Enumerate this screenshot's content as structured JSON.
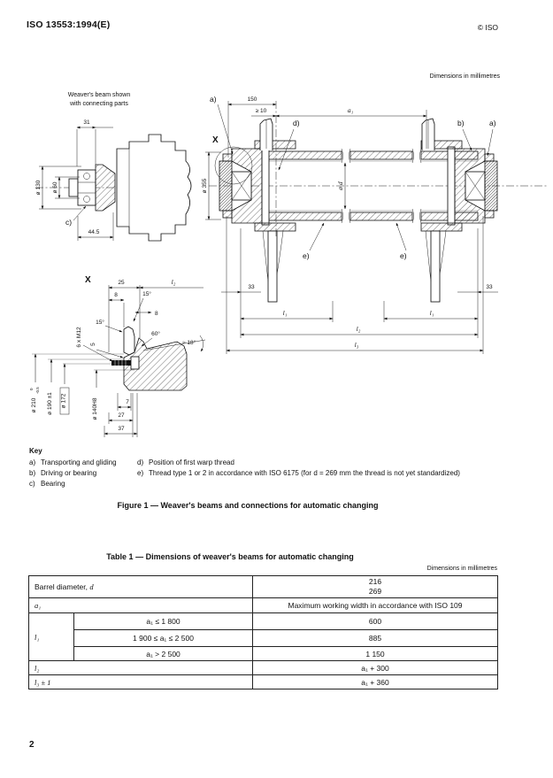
{
  "header": {
    "doc_number": "ISO 13553:1994(E)",
    "copyright": "© ISO"
  },
  "page": {
    "number": "2"
  },
  "figure": {
    "dims_note": "Dimensions in millimetres",
    "caption": "Figure 1 — Weaver's beams and connections for automatic changing",
    "left_view": {
      "title_line1": "Weaver's beam shown",
      "title_line2": "with connecting parts",
      "dim_31": "31",
      "dim_445": "44.5",
      "dia_130": "ø 130",
      "dia_60": "ø 60",
      "label_c": "c)"
    },
    "main_view": {
      "dim_150": "150",
      "dim_ge10": "≥ 10",
      "dim_a1": "a₁",
      "label_x": "X",
      "label_a_left": "a)",
      "label_d": "d)",
      "label_b": "b)",
      "label_a_right": "a)",
      "dia_d": "ø d",
      "dia_355": "ø 355",
      "label_e_left": "e)",
      "label_e_right": "e)",
      "dim_33_left": "33",
      "dim_33_right": "33",
      "dim_l1_left": "l₁",
      "dim_l1_right": "l₁",
      "dim_l2": "l₂",
      "dim_l3": "l₃"
    },
    "detail_view": {
      "label_x": "X",
      "dim_25": "25",
      "dim_l2": "l₂",
      "dim_8a": "8",
      "dim_8b": "8",
      "angle_15a": "15°",
      "angle_15b": "15°",
      "angle_60": "60°",
      "angle_18": "≈ 18°",
      "thread": "6 x M12",
      "dim_5": "5",
      "dia_210": "ø 210",
      "dia_210_tol_top": "0",
      "dia_210_tol_bot": "-0.5",
      "dia_190": "ø 190 ±1",
      "dia_172": "ø 172",
      "dia_140": "ø 140H8",
      "dim_7": "7",
      "dim_27": "27",
      "dim_37": "37"
    }
  },
  "key": {
    "title": "Key",
    "items_col1": [
      {
        "id": "a)",
        "text": "Transporting and gliding"
      },
      {
        "id": "b)",
        "text": "Driving or bearing"
      },
      {
        "id": "c)",
        "text": "Bearing"
      }
    ],
    "items_col2": [
      {
        "id": "d)",
        "text": "Position of first warp thread"
      },
      {
        "id": "e)",
        "text": "Thread type 1 or 2 in accordance with ISO 6175 (for d = 269 mm the thread is not yet standardized)"
      }
    ]
  },
  "table": {
    "caption": "Table 1 — Dimensions of weaver's beams for automatic changing",
    "dims_note": "Dimensions in millimetres",
    "rows": {
      "barrel_label": "Barrel diameter, ",
      "barrel_d": "d",
      "barrel_values": [
        "216",
        "269"
      ],
      "a1_label": "a₁",
      "a1_value": "Maximum working width in accordance with ISO 109",
      "l1_label": "l₁",
      "l1_conditions": [
        "a₁ ≤ 1 800",
        "1 900 ≤ a₁ ≤ 2 500",
        "a₁ > 2 500"
      ],
      "l1_values": [
        "600",
        "885",
        "1 150"
      ],
      "l2_label": "l₂",
      "l2_value": "a₁ + 300",
      "l3_label": "l₃ ± 1",
      "l3_value": "a₁ + 360"
    }
  }
}
